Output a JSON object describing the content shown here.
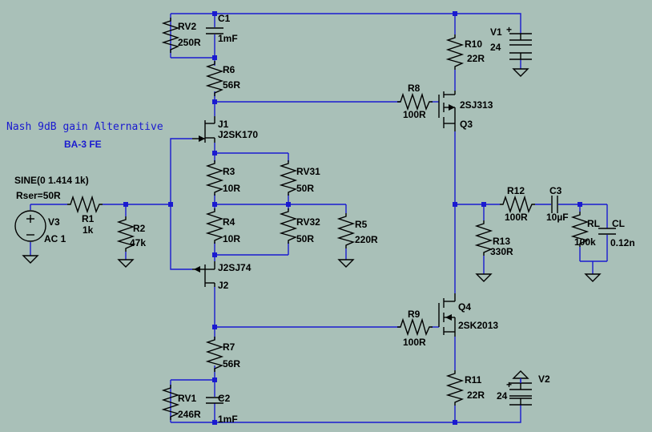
{
  "annotations": {
    "title": "Nash 9dB gain Alternative",
    "subtitle": "BA-3 FE"
  },
  "source": {
    "spec": "SINE(0 1.414 1k)",
    "rser": "Rser=50R",
    "name": "V3",
    "ac": "AC 1"
  },
  "components": {
    "RV2": {
      "name": "RV2",
      "value": "250R"
    },
    "C1": {
      "name": "C1",
      "value": "1mF"
    },
    "R6": {
      "name": "R6",
      "value": "56R"
    },
    "J1": {
      "name": "J1",
      "value": "J2SK170"
    },
    "R3": {
      "name": "R3",
      "value": "10R"
    },
    "RV31": {
      "name": "RV31",
      "value": "50R"
    },
    "R4": {
      "name": "R4",
      "value": "10R"
    },
    "RV32": {
      "name": "RV32",
      "value": "50R"
    },
    "R5": {
      "name": "R5",
      "value": "220R"
    },
    "R1": {
      "name": "R1",
      "value": "1k"
    },
    "R2": {
      "name": "R2",
      "value": "47k"
    },
    "J2": {
      "name": "J2",
      "value": "J2SJ74"
    },
    "R7": {
      "name": "R7",
      "value": "56R"
    },
    "RV1": {
      "name": "RV1",
      "value": "246R"
    },
    "C2": {
      "name": "C2",
      "value": "1mF"
    },
    "R10": {
      "name": "R10",
      "value": "22R"
    },
    "V1": {
      "name": "V1",
      "value": "24"
    },
    "R8": {
      "name": "R8",
      "value": "100R"
    },
    "Q3": {
      "name": "Q3",
      "value": "2SJ313"
    },
    "R12": {
      "name": "R12",
      "value": "100R"
    },
    "C3": {
      "name": "C3",
      "value": "10µF"
    },
    "RL": {
      "name": "RL",
      "value": "100k"
    },
    "CL": {
      "name": "CL",
      "value": "0.12n"
    },
    "R13": {
      "name": "R13",
      "value": "330R"
    },
    "R9": {
      "name": "R9",
      "value": "100R"
    },
    "Q4": {
      "name": "Q4",
      "value": "2SK2013"
    },
    "R11": {
      "name": "R11",
      "value": "22R"
    },
    "V2": {
      "name": "V2",
      "value": "24"
    }
  },
  "symbols": {
    "plus": "+"
  },
  "colors": {
    "background": "#a9c0b8",
    "wire": "#1a1ad0",
    "component": "#000000",
    "note": "#1a1ad0"
  }
}
